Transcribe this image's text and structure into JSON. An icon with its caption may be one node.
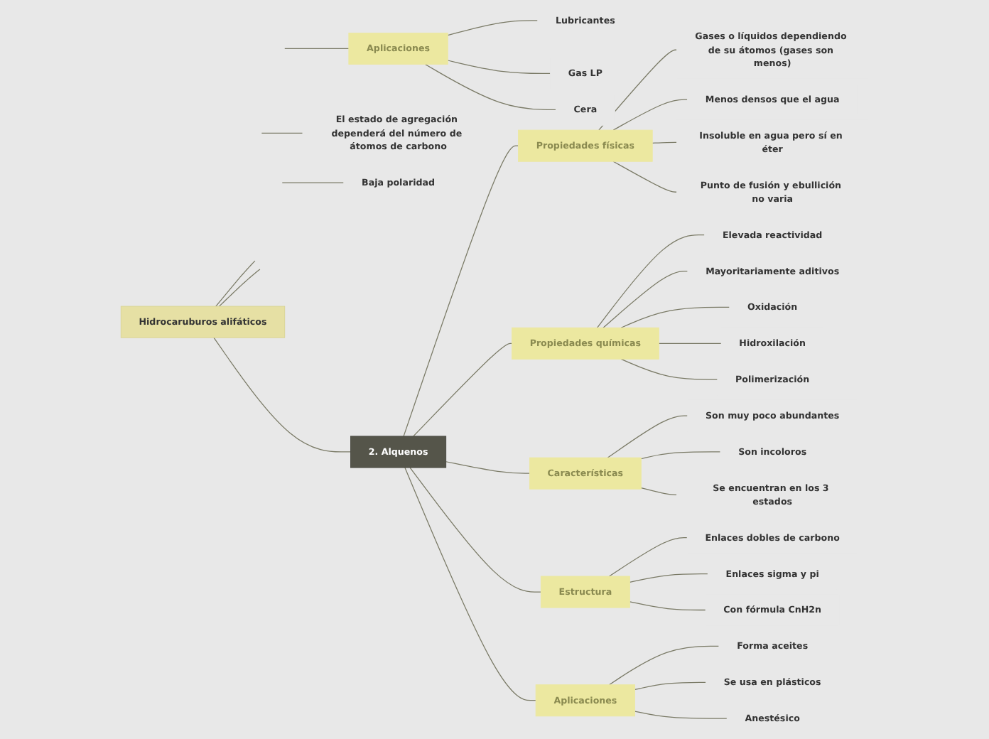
{
  "diagram": {
    "nodes": [
      {
        "text": [
          "Hidrocaruburos alifáticos"
        ]
      },
      {
        "text": [
          "Aplicaciones"
        ]
      },
      {
        "text": [
          "Lubricantes"
        ]
      },
      {
        "text": [
          "Gas LP"
        ]
      },
      {
        "text": [
          "Cera"
        ]
      },
      {
        "text": [
          "2. Alquenos"
        ]
      },
      {
        "text": [
          "Propiedades físicas"
        ]
      },
      {
        "text": [
          "Gases o líquidos dependiendo de su átomos (gases son menos)"
        ]
      },
      {
        "text": [
          "Menos densos que el agua"
        ]
      },
      {
        "text": [
          "Insoluble en agua pero sí en éter"
        ]
      },
      {
        "text": [
          "Punto de fusión y ebullición no varia"
        ]
      },
      {
        "text": [
          "Propiedades químicas"
        ]
      },
      {
        "text": [
          "Elevada reactividad"
        ]
      },
      {
        "text": [
          "Mayoritariamente aditivos"
        ]
      },
      {
        "text": [
          "Oxidación"
        ]
      },
      {
        "text": [
          "Hidroxilación"
        ]
      },
      {
        "text": [
          "Polimerización"
        ]
      },
      {
        "text": [
          "Características"
        ]
      },
      {
        "text": [
          "Son muy poco abundantes"
        ]
      },
      {
        "text": [
          "Son incoloros"
        ]
      },
      {
        "text": [
          "Se encuentran en los 3 estados"
        ]
      },
      {
        "text": [
          "Estructura"
        ]
      },
      {
        "text": [
          "Enlaces dobles de carbono"
        ]
      },
      {
        "text": [
          "Enlaces sigma y pi"
        ]
      },
      {
        "text": [
          "Con fórmula CnH2n"
        ]
      },
      {
        "text": [
          "Aplicaciones"
        ]
      },
      {
        "text": [
          "Forma aceites"
        ]
      },
      {
        "text": [
          "Se usa en plásticos"
        ]
      },
      {
        "text": [
          "Anestésico"
        ]
      },
      {
        "text": [
          "El estado de agregación dependerá del número de átomos de carbono"
        ]
      },
      {
        "text": [
          "Baja polaridad"
        ]
      }
    ],
    "edges": [
      {
        "from": 0,
        "to": null,
        "arrow": "none"
      },
      {
        "from": 0,
        "to": null,
        "arrow": "none"
      },
      {
        "from": null,
        "to": 1,
        "arrow": "none"
      },
      {
        "from": 1,
        "to": 2,
        "arrow": "none"
      },
      {
        "from": 1,
        "to": 3,
        "arrow": "none"
      },
      {
        "from": 1,
        "to": 4,
        "arrow": "none"
      },
      {
        "from": 0,
        "to": 5,
        "arrow": "none"
      },
      {
        "from": 5,
        "to": 6,
        "arrow": "none"
      },
      {
        "from": 6,
        "to": 7,
        "arrow": "none"
      },
      {
        "from": 6,
        "to": 8,
        "arrow": "none"
      },
      {
        "from": 6,
        "to": 9,
        "arrow": "none"
      },
      {
        "from": 6,
        "to": 10,
        "arrow": "none"
      },
      {
        "from": 5,
        "to": 11,
        "arrow": "none"
      },
      {
        "from": 11,
        "to": 12,
        "arrow": "none"
      },
      {
        "from": 11,
        "to": 13,
        "arrow": "none"
      },
      {
        "from": 11,
        "to": 14,
        "arrow": "none"
      },
      {
        "from": 11,
        "to": 15,
        "arrow": "none"
      },
      {
        "from": 11,
        "to": 16,
        "arrow": "none"
      },
      {
        "from": 5,
        "to": 17,
        "arrow": "none"
      },
      {
        "from": 17,
        "to": 18,
        "arrow": "none"
      },
      {
        "from": 17,
        "to": 19,
        "arrow": "none"
      },
      {
        "from": 17,
        "to": 20,
        "arrow": "none"
      },
      {
        "from": 5,
        "to": 21,
        "arrow": "none"
      },
      {
        "from": 21,
        "to": 22,
        "arrow": "none"
      },
      {
        "from": 21,
        "to": 23,
        "arrow": "none"
      },
      {
        "from": 21,
        "to": 24,
        "arrow": "none"
      },
      {
        "from": 5,
        "to": 25,
        "arrow": "none"
      },
      {
        "from": 25,
        "to": 26,
        "arrow": "none"
      },
      {
        "from": 25,
        "to": 27,
        "arrow": "none"
      },
      {
        "from": 25,
        "to": 28,
        "arrow": "none"
      },
      {
        "from": null,
        "to": 29,
        "arrow": "none"
      },
      {
        "from": null,
        "to": 30,
        "arrow": "none"
      }
    ]
  }
}
